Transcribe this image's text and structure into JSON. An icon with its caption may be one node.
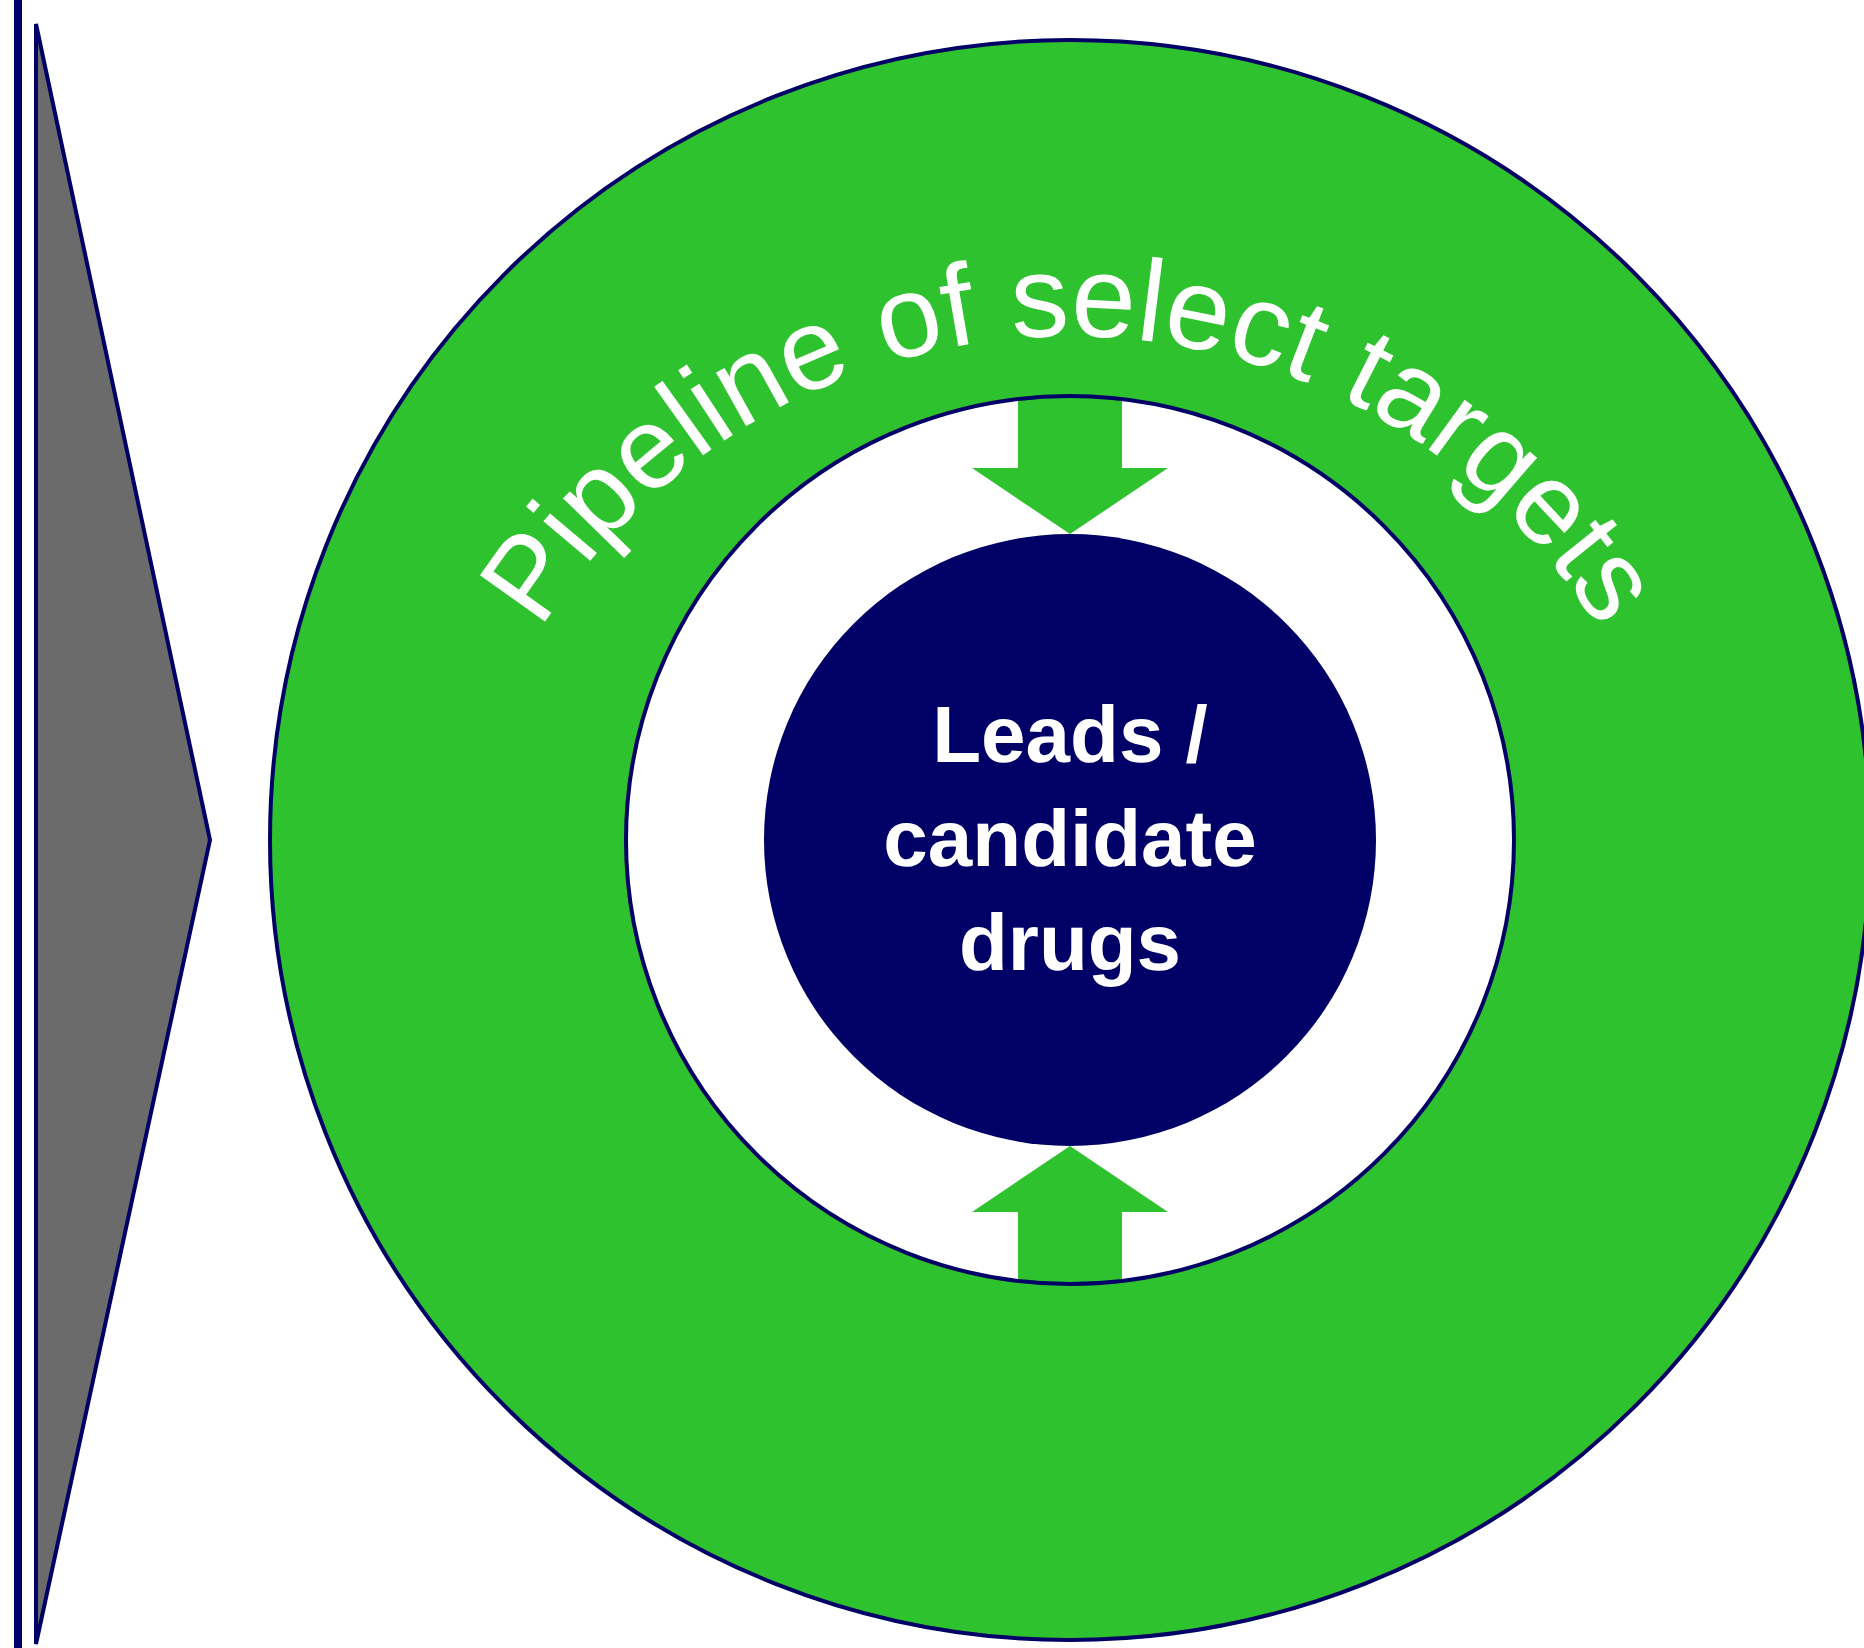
{
  "diagram": {
    "nodes": [
      {
        "text": [
          "Pipeline of select targets"
        ]
      },
      {
        "text": [
          "Leads / candidate drugs"
        ],
        "in": 0
      }
    ],
    "edges": [
      {
        "from": 0,
        "to": 1,
        "arrow": "to"
      },
      {
        "from": 0,
        "to": 1,
        "arrow": "to"
      }
    ]
  }
}
